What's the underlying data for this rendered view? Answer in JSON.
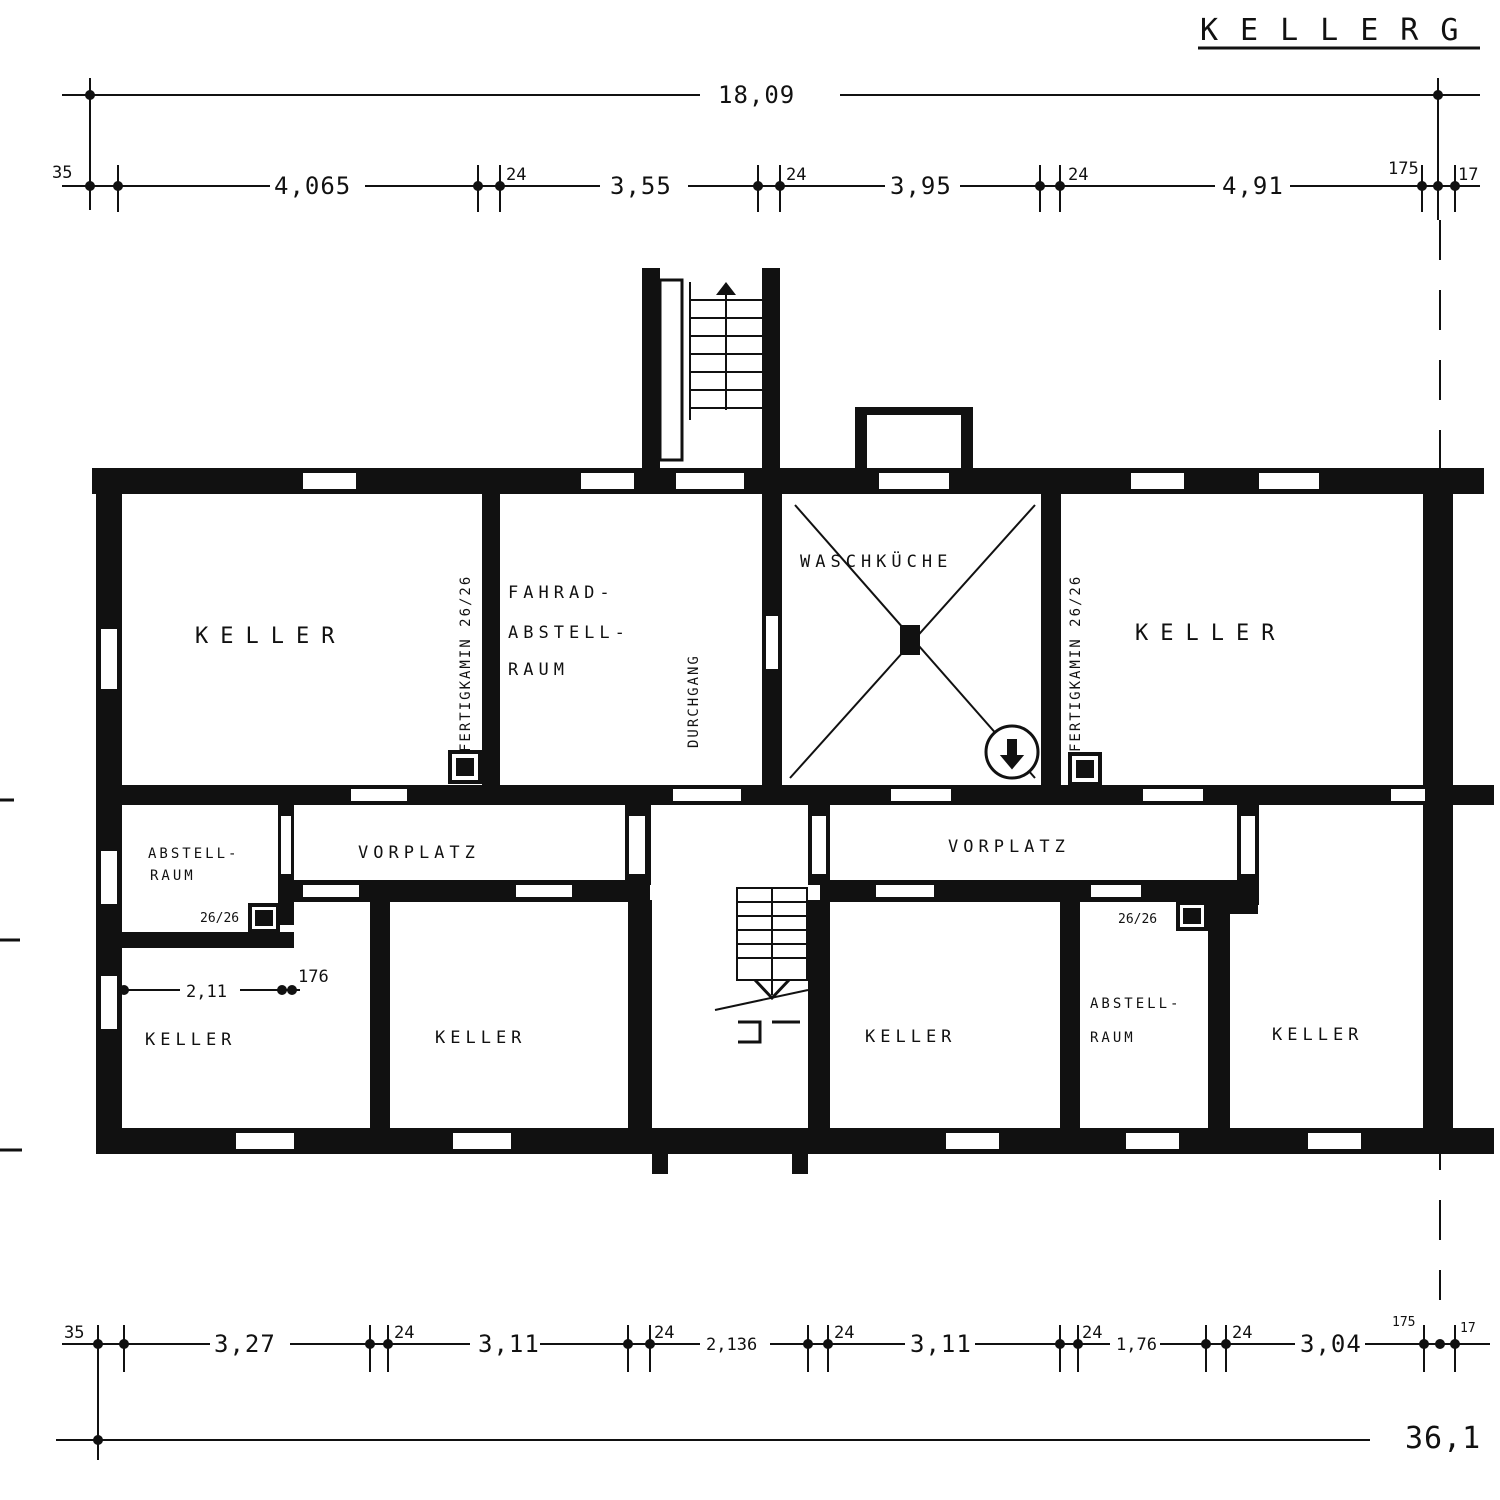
{
  "title": "KELLERG",
  "dimensions": {
    "top_total": "18,09",
    "top_segments": [
      "35",
      "4,065",
      "24",
      "3,55",
      "24",
      "3,95",
      "24",
      "4,91",
      "175",
      "17"
    ],
    "bottom_segments": [
      "35",
      "3,27",
      "24",
      "3,11",
      "24",
      "2,136",
      "24",
      "3,11",
      "24",
      "1,76",
      "24",
      "3,04",
      "175",
      "17"
    ],
    "bottom_total": "36,1",
    "inner_dim": "2,11",
    "inner_dim_small": "176"
  },
  "rooms": {
    "keller_nw": "KELLER",
    "fahrrad_line1": "FAHRAD-",
    "fahrrad_line2": "ABSTELL-",
    "fahrrad_line3": "RAUM",
    "durchgang": "DURCHGANG",
    "waschkueche": "WASCHKÜCHE",
    "keller_ne": "KELLER",
    "abstellraum_w_line1": "ABSTELL-",
    "abstellraum_w_line2": "RAUM",
    "vorplatz_w": "VORPLATZ",
    "vorplatz_e": "VORPLATZ",
    "keller_sw1": "KELLER",
    "keller_sw2": "KELLER",
    "keller_se1": "KELLER",
    "abstellraum_e_line1": "ABSTELL-",
    "abstellraum_e_line2": "RAUM",
    "keller_se2": "KELLER"
  },
  "chimneys": {
    "label_w": "FERTIGKAMIN 26/26",
    "label_e": "FERTIGKAMIN 26/26",
    "size_w": "26/26",
    "size_e": "26/26"
  }
}
